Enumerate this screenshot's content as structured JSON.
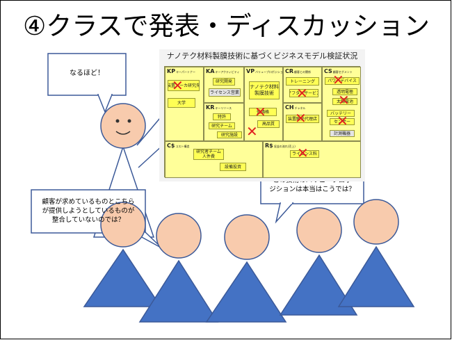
{
  "slide": {
    "title": "④クラスで発表・ディスカッション"
  },
  "canvas": {
    "title": "ナノテク材料製膜技術に基づくビジネスモデル検証状況",
    "blocks": {
      "kp": {
        "code": "KP",
        "sub": "キーパートナー"
      },
      "ka": {
        "code": "KA",
        "sub": "キーアクティビティ"
      },
      "kr": {
        "code": "KR",
        "sub": "キーリソース"
      },
      "vp": {
        "code": "VP",
        "sub": "バリュープロポジション(提供価値)"
      },
      "cr": {
        "code": "CR",
        "sub": "顧客との関係"
      },
      "ch": {
        "code": "CH",
        "sub": "チャネル"
      },
      "cs": {
        "code": "CS",
        "sub": "顧客セグメント"
      },
      "cost": {
        "code": "C$",
        "sub": "コスト構造"
      },
      "revenue": {
        "code": "R$",
        "sub": "収益の流れ(売上)"
      }
    },
    "notes": {
      "kp_equipment": "装置メーカ研究先",
      "kp_university": "大学",
      "ka_research": "研究開発",
      "ka_license": "ライセンス営業",
      "kr_patent": "特許",
      "kr_team": "研究チーム",
      "kr_facility": "研究施設",
      "vp_tech": "ナノテク材料\n製膜技術",
      "vp_cost": "低価格",
      "vp_quality": "高品質",
      "cr_training": "トレーニング",
      "cr_sales": "アフターサービス",
      "ch_direct": "装置販売代理店",
      "cs_power": "パワーデバイス",
      "cs_electrode": "透明電極",
      "cs_solar": "太陽電池",
      "cs_battery": "バッテリー",
      "cs_sensor": "センサー",
      "cs_measure": "計測機器",
      "cost_team": "研究者チーム\n人件費",
      "cost_equipment": "設備投資",
      "revenue_license": "ライセンス料"
    }
  },
  "bubbles": {
    "teacher": "なるほど！",
    "student_left": "顧客が求めているものとこちら\nが提供しようとしているものが\n整合していないのでは？",
    "student_right": "この技術のバリュープロポ\nジションは本当はこうでは？"
  },
  "colors": {
    "person_head": "#f8cbad",
    "person_body": "#4472c4",
    "person_outline": "#3b5998",
    "sticky_note": "#ffff55",
    "canvas_bg": "#ffff99",
    "cross": "#e02020"
  },
  "icons": [
    "teacher-figure",
    "student-figure",
    "speech-bubble",
    "cross-mark"
  ]
}
